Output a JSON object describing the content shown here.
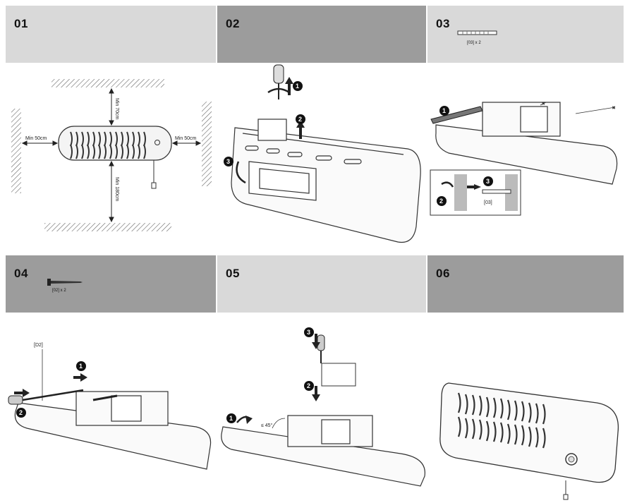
{
  "steps": [
    {
      "number": "01",
      "header": "light"
    },
    {
      "number": "02",
      "header": "dark"
    },
    {
      "number": "03",
      "header": "light",
      "part_label": "[03] x 2"
    },
    {
      "number": "04",
      "header": "dark",
      "part_label": "[02] x 2",
      "callout": "[D2]"
    },
    {
      "number": "05",
      "header": "light",
      "angle_label": "≤ 45°"
    },
    {
      "number": "06",
      "header": "dark"
    }
  ],
  "clearances": {
    "left": "Min 50cm",
    "right": "Min 50cm",
    "top": "Min 70cm",
    "bottom": "Min 180cm"
  },
  "step3_detail_label": "[03]",
  "markers": [
    "1",
    "2",
    "3"
  ]
}
